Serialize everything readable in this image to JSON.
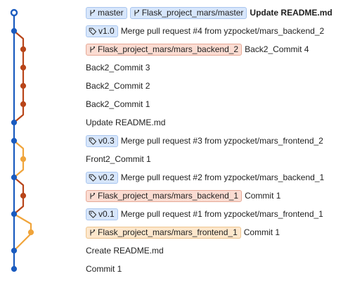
{
  "colors": {
    "blue_lane": "#1a5bbf",
    "red_lane": "#b84519",
    "orange_lane": "#f0a43a",
    "blue_pill_bg": "#d7e6fb",
    "blue_pill_border": "#a9c6ef",
    "red_pill_bg": "#fbdcd2",
    "red_pill_border": "#e6a997",
    "orange_pill_bg": "#fde7cc",
    "orange_pill_border": "#eec58e"
  },
  "commits": [
    {
      "refs": [
        {
          "kind": "branch",
          "color": "blue",
          "label": "master",
          "icon": "branch-icon"
        },
        {
          "kind": "branch",
          "color": "blue",
          "label": "Flask_project_mars/master",
          "icon": "branch-icon"
        }
      ],
      "message": "Update README.md",
      "bold": true
    },
    {
      "refs": [
        {
          "kind": "tag",
          "color": "blue",
          "label": "v1.0",
          "icon": "tag-icon"
        }
      ],
      "message": "Merge pull request #4 from yzpocket/mars_backend_2",
      "bold": false
    },
    {
      "refs": [
        {
          "kind": "branch",
          "color": "red",
          "label": "Flask_project_mars/mars_backend_2",
          "icon": "branch-icon"
        }
      ],
      "message": "Back2_Commit 4",
      "bold": false
    },
    {
      "refs": [],
      "message": "Back2_Commit 3",
      "bold": false
    },
    {
      "refs": [],
      "message": "Back2_Commit 2",
      "bold": false
    },
    {
      "refs": [],
      "message": "Back2_Commit 1",
      "bold": false
    },
    {
      "refs": [],
      "message": "Update README.md",
      "bold": false
    },
    {
      "refs": [
        {
          "kind": "tag",
          "color": "blue",
          "label": "v0.3",
          "icon": "tag-icon"
        }
      ],
      "message": "Merge pull request #3 from yzpocket/mars_frontend_2",
      "bold": false
    },
    {
      "refs": [],
      "message": "Front2_Commit 1",
      "bold": false
    },
    {
      "refs": [
        {
          "kind": "tag",
          "color": "blue",
          "label": "v0.2",
          "icon": "tag-icon"
        }
      ],
      "message": "Merge pull request #2 from yzpocket/mars_backend_1",
      "bold": false
    },
    {
      "refs": [
        {
          "kind": "branch",
          "color": "red",
          "label": "Flask_project_mars/mars_backend_1",
          "icon": "branch-icon"
        }
      ],
      "message": "Commit 1",
      "bold": false
    },
    {
      "refs": [
        {
          "kind": "tag",
          "color": "blue",
          "label": "v0.1",
          "icon": "tag-icon"
        }
      ],
      "message": "Merge pull request #1 from yzpocket/mars_frontend_1",
      "bold": false
    },
    {
      "refs": [
        {
          "kind": "branch",
          "color": "orange",
          "label": "Flask_project_mars/mars_frontend_1",
          "icon": "branch-icon"
        }
      ],
      "message": "Commit 1",
      "bold": false
    },
    {
      "refs": [],
      "message": "Create README.md",
      "bold": false
    },
    {
      "refs": [],
      "message": "Commit 1",
      "bold": false
    }
  ]
}
